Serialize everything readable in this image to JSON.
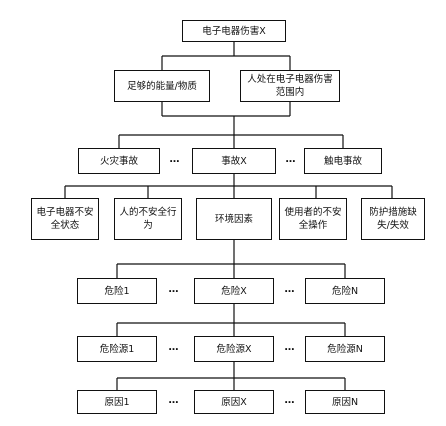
{
  "root": "电子电器伤害X",
  "level1": [
    "足够的能量/物质",
    "人处在电子电器伤害范围内"
  ],
  "accidents": [
    "火灾事故",
    "事故X",
    "触电事故"
  ],
  "factors": [
    "电子电器不安全状态",
    "人的不安全行为",
    "环境因素",
    "使用者的不安全操作",
    "防护措施缺失/失效"
  ],
  "dangers": [
    "危险1",
    "危险X",
    "危险N"
  ],
  "hazards": [
    "危险源1",
    "危险源X",
    "危险源N"
  ],
  "causes": [
    "原因1",
    "原因X",
    "原因N"
  ],
  "ellipsis": "…"
}
